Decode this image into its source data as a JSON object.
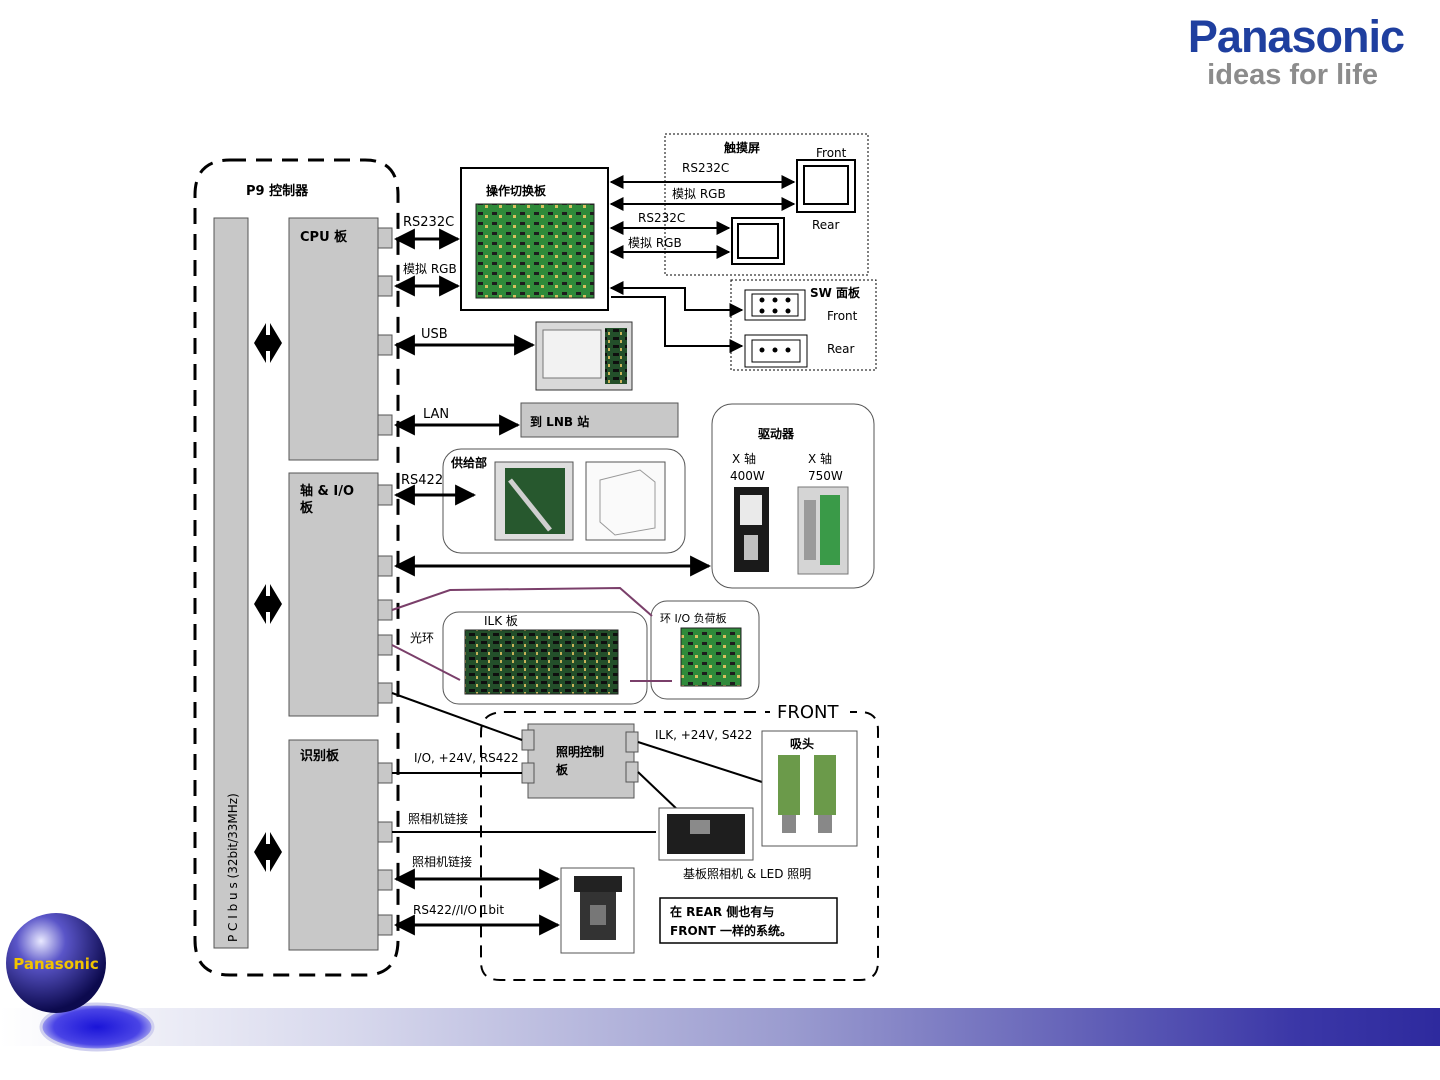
{
  "brand": {
    "name": "Panasonic",
    "tagline": "ideas for life",
    "orb_label": "Panasonic"
  },
  "colors": {
    "brand_blue": "#1f3f9f",
    "board_gray": "#c8c8c8",
    "pcb_green": "#2f8a3a",
    "loop_purple": "#7a3f6a"
  },
  "diagram": {
    "controller": {
      "title": "P9 控制器",
      "pci_bus": "P C I   b u s   (32bit/33MHz)"
    },
    "boards": {
      "cpu": "CPU 板",
      "axis_io_line1": "轴 & I/O",
      "axis_io_line2": "板",
      "recognition": "识别板"
    },
    "links": {
      "rs232c": "RS232C",
      "analog_rgb": "模拟 RGB",
      "usb": "USB",
      "lan": "LAN",
      "rs422": "RS422",
      "light_ring": "光环",
      "io_24v_rs422": "I/O, +24V, RS422",
      "camera_link_1": "照相机链接",
      "camera_link_2": "照相机链接",
      "rs422_io_1bit": "RS422//I/O 1bit"
    },
    "switch_board": "操作切换板",
    "touch_panel": {
      "title": "触摸屏",
      "rs232c_1": "RS232C",
      "rgb_1": "模拟 RGB",
      "rs232c_2": "RS232C",
      "rgb_2": "模拟 RGB",
      "front": "Front",
      "rear": "Rear"
    },
    "sw_panel": {
      "title": "SW 面板",
      "front": "Front",
      "rear": "Rear"
    },
    "lnb": "到 LNB 站",
    "feeder": "供给部",
    "driver": {
      "title": "驱动器",
      "x1_axis": "X 轴",
      "x1_power": "400W",
      "x2_axis": "X 轴",
      "x2_power": "750W"
    },
    "ilk_board": "ILK 板",
    "ring_io": "环 I/O 负荷板",
    "front_area": "FRONT",
    "light_ctrl_line1": "照明控制",
    "light_ctrl_line2": "板",
    "ilk_24v": "ILK, +24V, S422",
    "head": "吸头",
    "board_camera": "基板照相机 & LED 照明",
    "note_line1": "在 REAR 侧也有与",
    "note_line2": "FRONT 一样的系统。"
  }
}
